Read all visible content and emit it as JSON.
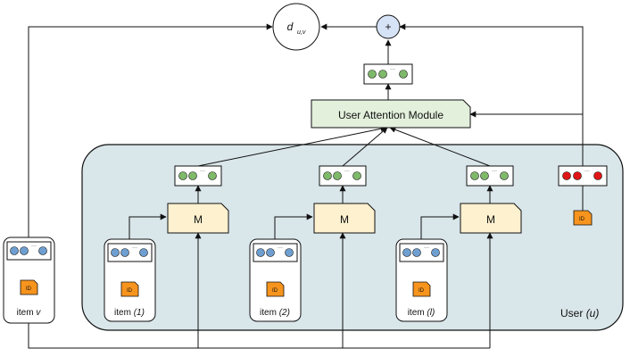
{
  "distance_node": {
    "label_main": "d",
    "label_sub": "u,v"
  },
  "sum_node": {
    "label": "+"
  },
  "attention_module": {
    "label": "User Attention Module"
  },
  "module_label": "M",
  "id_label": "ID",
  "ellipsis": "···",
  "user_group": {
    "label": "User",
    "label_var": "(u)"
  },
  "items": [
    {
      "label": "item",
      "label_var": "(1)"
    },
    {
      "label": "item",
      "label_var": "(2)"
    },
    {
      "label": "item",
      "label_var": "(l)"
    }
  ],
  "target_item": {
    "label": "item",
    "label_var": "v"
  },
  "colors": {
    "user_region_fill": "#d9e6ea",
    "attention_fill": "#e3f0dc",
    "module_fill": "#fdf1cf",
    "id_fill": "#f7941d",
    "green_dot": "#7fb96a",
    "blue_dot": "#6f9fd1",
    "red_dot": "#e01616",
    "sum_fill": "#d6e2f5"
  }
}
